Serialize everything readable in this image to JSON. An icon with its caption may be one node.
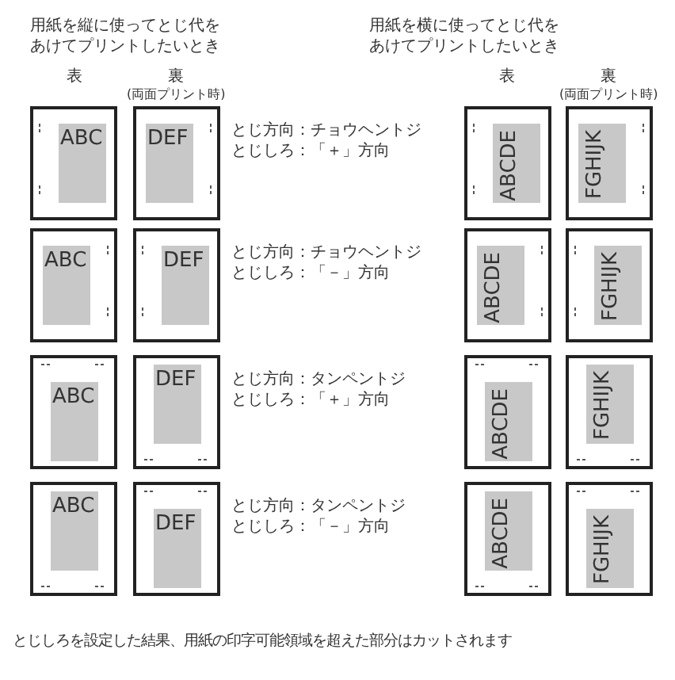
{
  "diagram": {
    "nodes": [
      {
        "text": [
          "ABC"
        ]
      },
      {
        "text": [
          "DEF"
        ]
      },
      {
        "text": [
          "ABCDE"
        ]
      },
      {
        "text": [
          "FGHIJK"
        ]
      },
      {
        "text": [
          "ABC"
        ]
      },
      {
        "text": [
          "DEF"
        ]
      },
      {
        "text": [
          "ABCDE"
        ]
      },
      {
        "text": [
          "FGHIJK"
        ]
      },
      {
        "text": [
          "ABC"
        ]
      },
      {
        "text": [
          "DEF"
        ]
      },
      {
        "text": [
          "ABCDE"
        ]
      },
      {
        "text": [
          "FGHIJK"
        ]
      },
      {
        "text": [
          "ABC"
        ]
      },
      {
        "text": [
          "DEF"
        ]
      },
      {
        "text": [
          "ABCDE"
        ]
      },
      {
        "text": [
          "FGHIJK"
        ]
      }
    ],
    "labels": [
      "用紙を縦に使ってとじ代をあけてプリントしたいとき",
      "用紙を横に使ってとじ代をあけてプリントしたいとき",
      "表",
      "裏",
      "(両面プリント時)",
      "表",
      "裏",
      "(両面プリント時)",
      "とじ方向：チョウヘントジ",
      "とじしろ：「＋」方向",
      "とじ方向：チョウヘントジ",
      "とじしろ：「－」方向",
      "とじ方向：タンペントジ",
      "とじしろ：「＋」方向",
      "とじ方向：タンペントジ",
      "とじしろ：「－」方向",
      "とじしろを設定した結果、用紙の印字可能領域を超えた部分はカットされます"
    ]
  }
}
